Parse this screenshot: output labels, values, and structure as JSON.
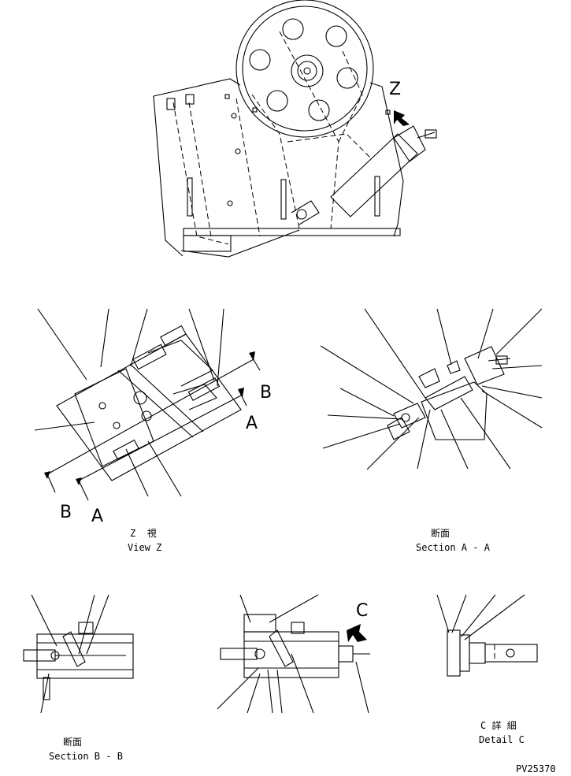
{
  "views": {
    "z": {
      "z_char": "Z",
      "kanji": "視",
      "title_en": "View Z",
      "label_b": "B",
      "label_a": "A",
      "label_b2": "B",
      "label_a2": "A",
      "view_arrow_letter": "Z"
    },
    "aa": {
      "title_jp": "断面",
      "title_en": "Section A - A"
    },
    "bb": {
      "title_jp": "断面",
      "title_en": "Section B - B"
    },
    "cc": {
      "title_jp": "断面",
      "arrow_letter": "C"
    },
    "detail": {
      "letter": "C",
      "kanji": "詳 細",
      "title_en": "Detail C"
    }
  },
  "drawing_code": "PV25370"
}
